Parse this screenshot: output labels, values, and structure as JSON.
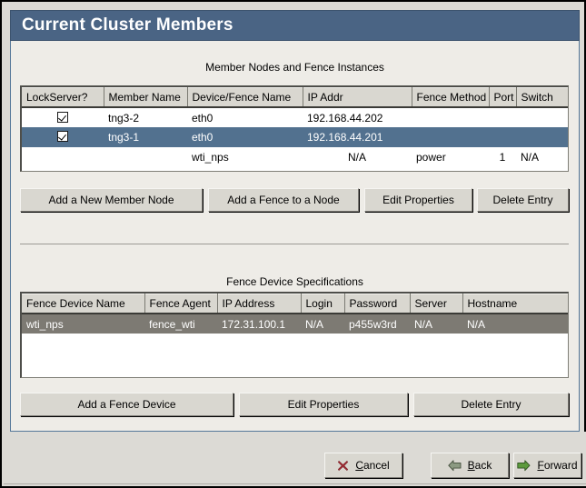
{
  "window": {
    "title": "Current Cluster Members"
  },
  "member_section": {
    "caption": "Member Nodes and Fence Instances",
    "columns": [
      "LockServer?",
      "Member Name",
      "Device/Fence Name",
      "IP Addr",
      "Fence Method",
      "Port",
      "Switch"
    ],
    "rows": [
      {
        "selected": false,
        "lockserver_checked": true,
        "member_name": "tng3-2",
        "device_fence_name": "eth0",
        "ip_addr": "192.168.44.202",
        "fence_method": "",
        "port": "",
        "switch": ""
      },
      {
        "selected": true,
        "lockserver_checked": true,
        "member_name": "tng3-1",
        "device_fence_name": "eth0",
        "ip_addr": "192.168.44.201",
        "fence_method": "",
        "port": "",
        "switch": ""
      },
      {
        "selected": false,
        "lockserver_checked": false,
        "member_name": "",
        "device_fence_name": "wti_nps",
        "ip_addr": "N/A",
        "fence_method": "power",
        "port": "1",
        "switch": "N/A"
      }
    ],
    "buttons": {
      "add_member": "Add a New Member Node",
      "add_fence": "Add a Fence to a Node",
      "edit_properties": "Edit Properties",
      "delete_entry": "Delete Entry"
    }
  },
  "fence_section": {
    "caption": "Fence Device Specifications",
    "columns": [
      "Fence Device Name",
      "Fence Agent",
      "IP Address",
      "Login",
      "Password",
      "Server",
      "Hostname"
    ],
    "rows": [
      {
        "selected": true,
        "fence_device_name": "wti_nps",
        "fence_agent": "fence_wti",
        "ip_address": "172.31.100.1",
        "login": "N/A",
        "password": "p455w3rd",
        "server": "N/A",
        "hostname": "N/A"
      }
    ],
    "buttons": {
      "add_fence_device": "Add a Fence Device",
      "edit_properties": "Edit Properties",
      "delete_entry": "Delete Entry"
    }
  },
  "footer": {
    "cancel": {
      "pre": "",
      "mnemonic": "C",
      "post": "ancel",
      "icon": "cancel-x-icon"
    },
    "back": {
      "pre": "",
      "mnemonic": "B",
      "post": "ack",
      "icon": "arrow-left-icon"
    },
    "forward": {
      "pre": "",
      "mnemonic": "F",
      "post": "orward",
      "icon": "arrow-right-icon"
    }
  },
  "colors": {
    "titlebar": "#4A6484",
    "panel": "#EEECE7",
    "selected_blue": "#52718F",
    "selected_gray": "#7D7A73",
    "button_face": "#D9D7D0",
    "cancel_red": "#9E2B33",
    "back_arrow": "#8C9A82",
    "forward_arrow": "#5C9A3C"
  }
}
